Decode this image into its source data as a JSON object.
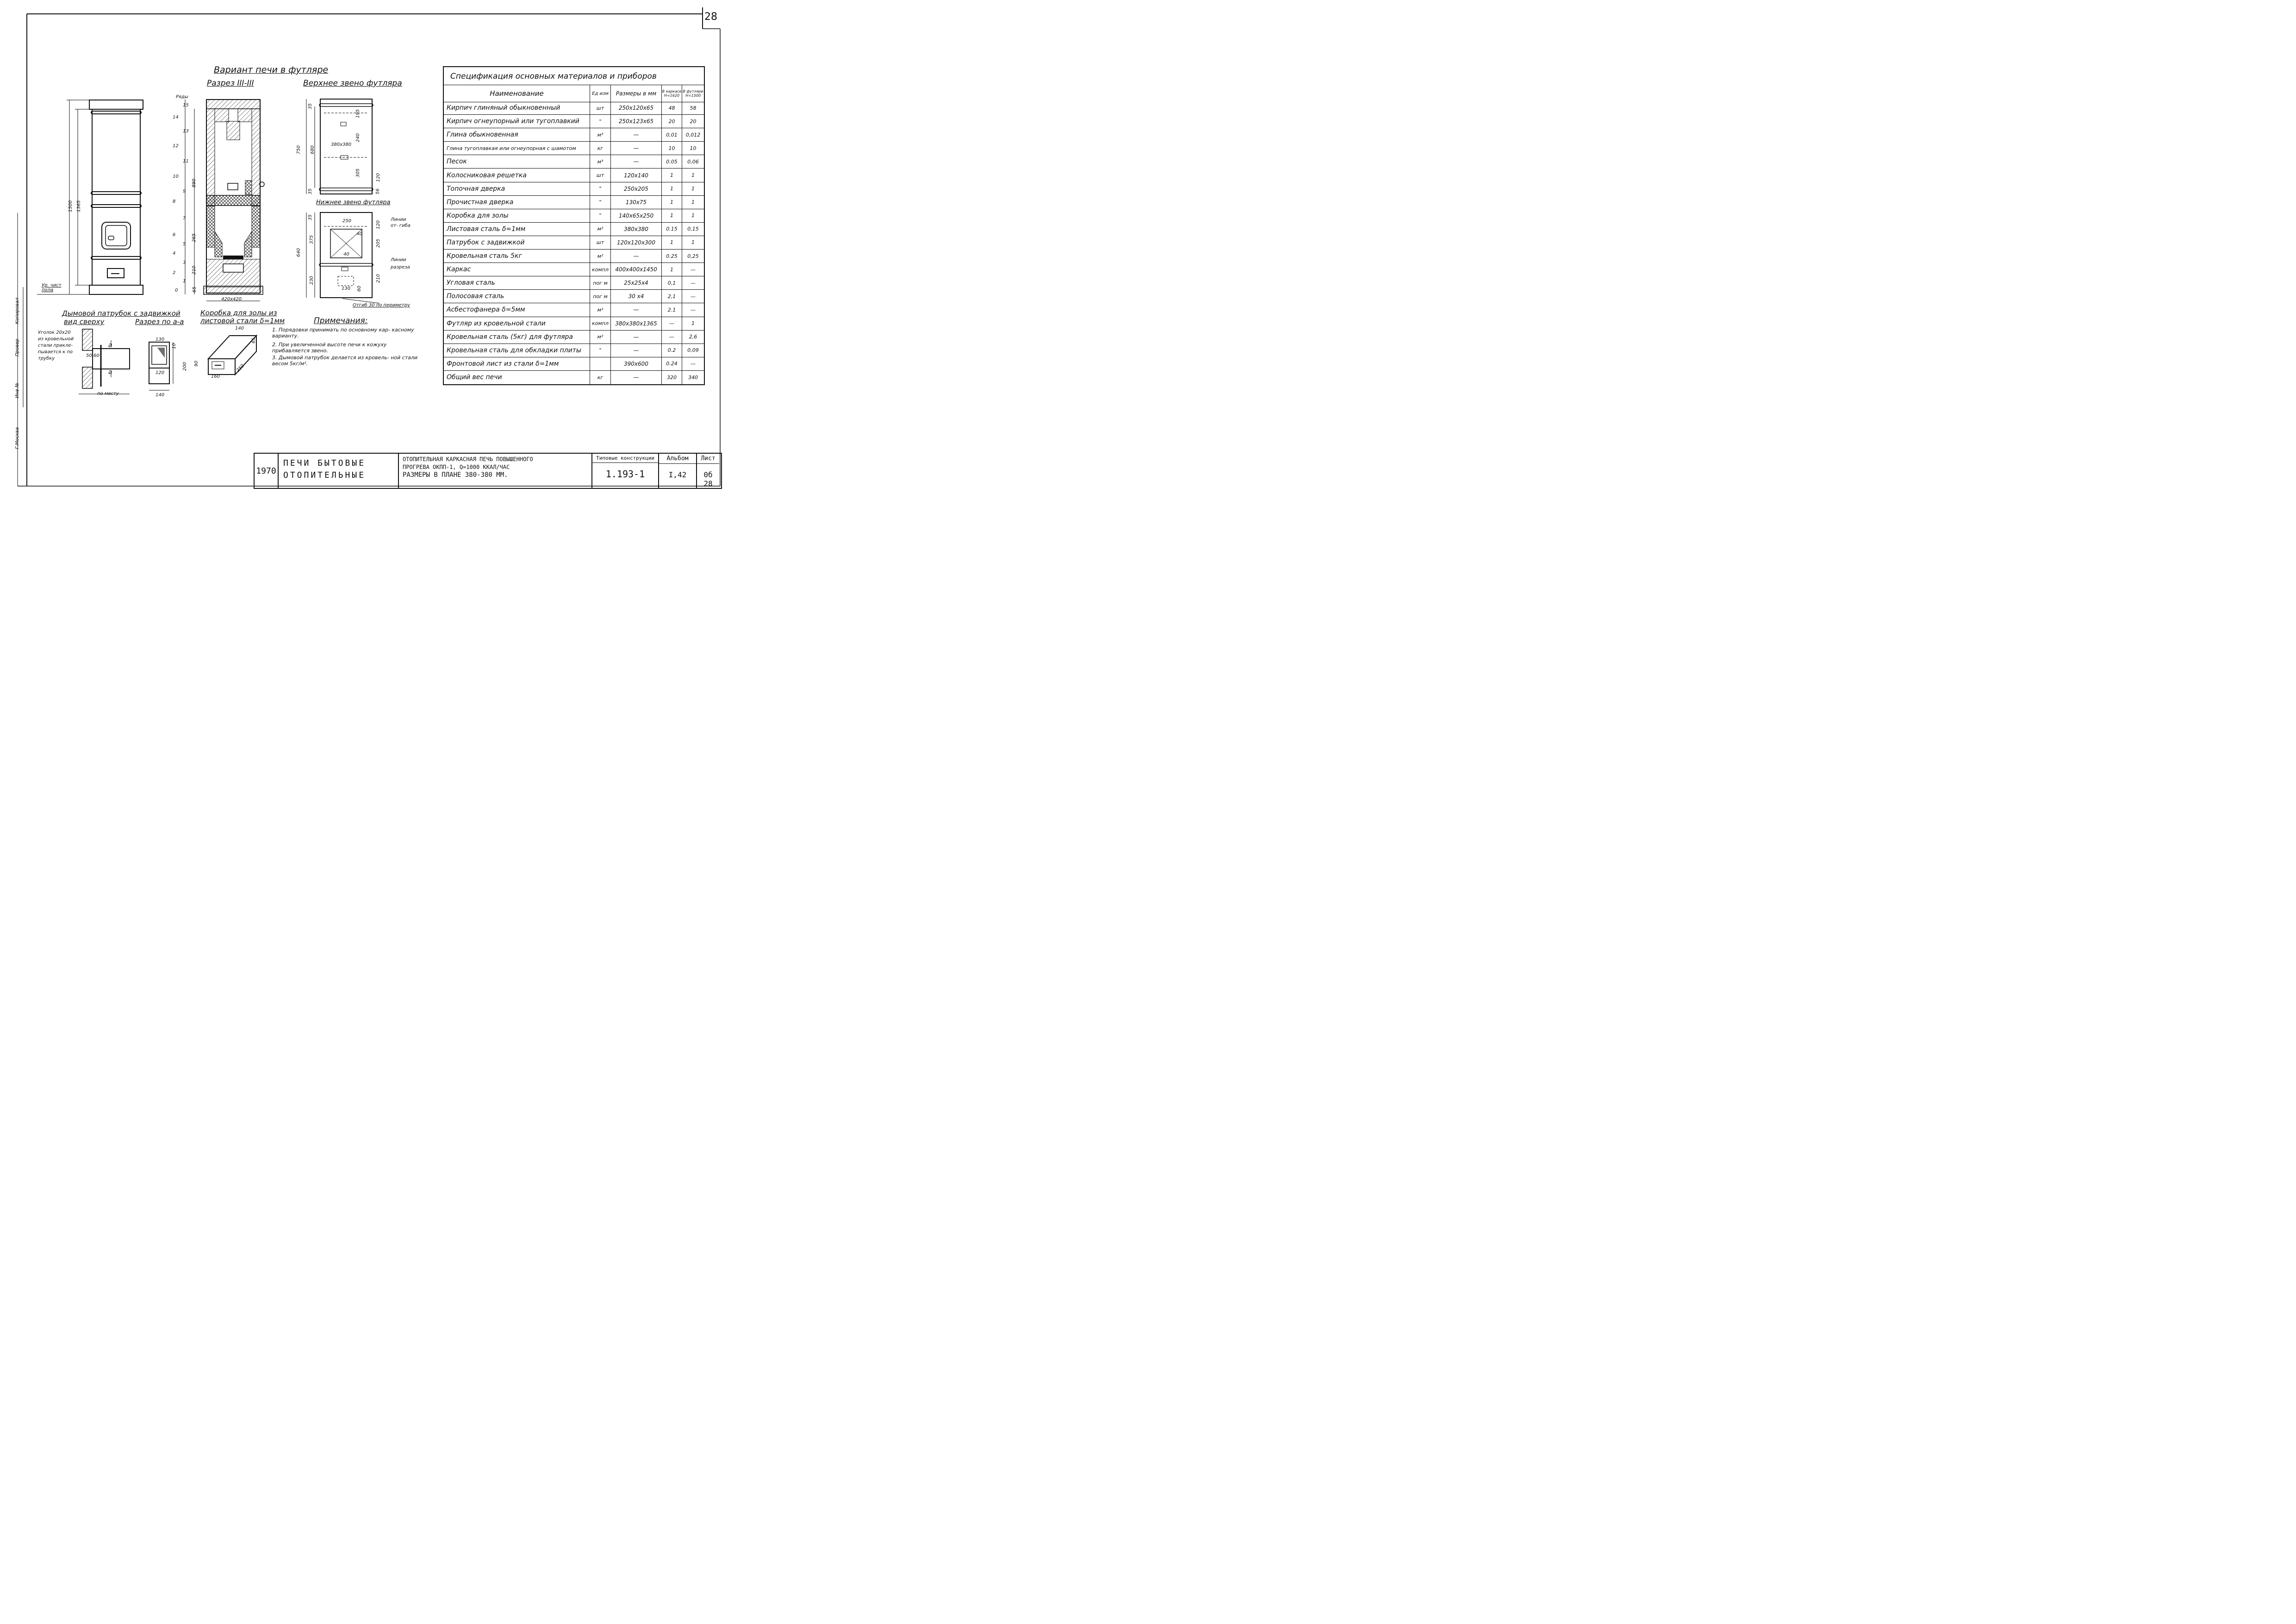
{
  "sheet": {
    "number": "28"
  },
  "main_title": "Вариант печи в футляре",
  "views": {
    "section": "Разрез III-III",
    "upper": "Верхнее звено футляра",
    "lower": "Нижнее звено футляра",
    "chimney": "Дымовой патрубок с задвижкой",
    "chimney_top": "вид сверху",
    "chimney_cut": "Разрез по а-а",
    "ashbox": "Коробка для золы из листовой стали δ=1мм"
  },
  "front": {
    "floor_label": "Ур. чист пола",
    "dim_total": "1500",
    "dim_body": "1365"
  },
  "section": {
    "rows_label": "Ряды",
    "rows": [
      "15",
      "14",
      "13",
      "12",
      "11",
      "10",
      "9",
      "8",
      "7",
      "6",
      "5",
      "4",
      "3",
      "2",
      "1",
      "0"
    ],
    "dim_890": "890",
    "dim_265": "265",
    "dim_210": "210",
    "dim_65": "65",
    "base": "420х420"
  },
  "upper_link": {
    "d35a": "35",
    "d750": "750",
    "d680": "680",
    "d35b": "35",
    "d195": "195",
    "d240": "240",
    "d305": "305",
    "d120": "120",
    "d56": "56",
    "plate": "380х380"
  },
  "lower_link": {
    "d35": "35",
    "d375": "375",
    "d640": "640",
    "d230": "230",
    "d250": "250",
    "d120": "120",
    "d205": "205",
    "d210": "210",
    "d130": "130",
    "d60": "60",
    "d40a": "40",
    "d40b": "40",
    "bend": "Линии от- гиба",
    "cut": "Линии разреза",
    "flange": "Отгиб 30 по периметру"
  },
  "chimney": {
    "angle_note": "Уголок 20х20 из кровельной стали прикле- пывается к по трубку",
    "d50": "50",
    "d60": "60",
    "a": "а",
    "place": "по месту",
    "d130": "130",
    "d120": "120",
    "d10": "10",
    "d200": "200",
    "d140": "140"
  },
  "ashbox": {
    "d140": "140",
    "d65": "65",
    "d90": "90",
    "d250": "250",
    "d160": "160"
  },
  "notes": {
    "title": "Примечания:",
    "items": [
      "1. Порядовки принимать по основному кар- касному варианту.",
      "2. При увеличенной высоте печи к кожуху прибавляется звено.",
      "3. Дымовой патрубок делается из кровель- ной стали весом 5кг/м²."
    ]
  },
  "spec": {
    "title": "Спецификация основных материалов и приборов",
    "headers": [
      "Наименование",
      "Ед изм",
      "Размеры в мм",
      "В каркасе Н=1620",
      "В футляре Н=1500"
    ],
    "rows": [
      [
        "Кирпич глиняный обыкновенный",
        "шт",
        "250х120х65",
        "48",
        "58"
      ],
      [
        "Кирпич огнеупорный или тугоплавкий",
        "\"",
        "250х123х65",
        "20",
        "20"
      ],
      [
        "Глина обыкновенная",
        "м³",
        "—",
        "0,01",
        "0,012"
      ],
      [
        "Глина тугоплавкая или огнеупорная с шамотом",
        "кг",
        "—",
        "10",
        "10"
      ],
      [
        "Песок",
        "м³",
        "—",
        "0.05",
        "0,06"
      ],
      [
        "Колосниковая решетка",
        "шт",
        "120х140",
        "1",
        "1"
      ],
      [
        "Топочная дверка",
        "\"",
        "250х205",
        "1",
        "1"
      ],
      [
        "Прочистная дверка",
        "\"",
        "130х75",
        "1",
        "1"
      ],
      [
        "Коробка для золы",
        "\"",
        "140х65х250",
        "1",
        "1"
      ],
      [
        "Листовая сталь δ=1мм",
        "м²",
        "380х380",
        "0.15",
        "0,15"
      ],
      [
        "Патрубок с задвижкой",
        "шт",
        "120х120х300",
        "1",
        "1"
      ],
      [
        "Кровельная сталь 5кг",
        "м²",
        "—",
        "0.25",
        "0,25"
      ],
      [
        "Каркас",
        "компл",
        "400х400х1450",
        "1",
        "—"
      ],
      [
        "Угловая сталь",
        "пог м",
        "25х25х4",
        "0,1",
        "—"
      ],
      [
        "Полосовая сталь",
        "пог м",
        "30 х4",
        "2,1",
        "—"
      ],
      [
        "Асбестофанера δ=5мм",
        "м²",
        "—",
        "2.1",
        "—"
      ],
      [
        "Футляр из кровельной стали",
        "компл",
        "380х380х1365",
        "—",
        "1"
      ],
      [
        "Кровельная сталь (5кг) для футляра",
        "м²",
        "—",
        "—",
        "2,6"
      ],
      [
        "Кровельная сталь для обкладки плиты",
        "\"",
        "—",
        "0.2",
        "0,09"
      ],
      [
        "Фронтовой лист из стали δ=1мм",
        "",
        "390х600",
        "0.24",
        "—"
      ],
      [
        "Общий вес печи",
        "кг",
        "—",
        "320",
        "340"
      ]
    ]
  },
  "titleblock": {
    "year": "1970",
    "category": "ПЕЧИ БЫТОВЫЕ ОТОПИТЕЛЬНЫЕ",
    "line1": "ОТОПИТЕЛЬНАЯ КАРКАСНАЯ ПЕЧЬ ПОВЫШЕННОГО",
    "line2": "ПРОГРЕВА ОКПП-1, Q=1000 ККАЛ/ЧАС",
    "line3": "РАЗМЕРЫ В ПЛАНЕ 380-380 ММ.",
    "series_label": "Типовые конструкции",
    "series": "1.193-1",
    "album_label": "Альбом",
    "album": "I,42",
    "sheet_label": "Лист",
    "sheet": "0б 28"
  },
  "margin": {
    "stamp1": "Копировал",
    "stamp2": "Провер",
    "stamp3": "Инв №",
    "stamp4": "Г.Москва"
  }
}
